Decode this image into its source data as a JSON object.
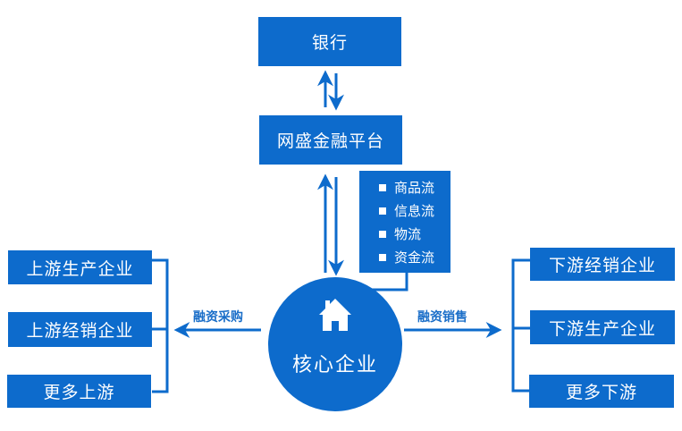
{
  "colors": {
    "primary": "#0d6bcc",
    "background": "#ffffff"
  },
  "nodes": {
    "bank": "银行",
    "platform": "网盛金融平台",
    "core": "核心企业"
  },
  "flows": {
    "items": [
      "商品流",
      "信息流",
      "物流",
      "资金流"
    ]
  },
  "upstream": {
    "label": "融资采购",
    "items": [
      "上游生产企业",
      "上游经销企业",
      "更多上游"
    ]
  },
  "downstream": {
    "label": "融资销售",
    "items": [
      "下游经销企业",
      "下游生产企业",
      "更多下游"
    ]
  },
  "icons": {
    "core_icon": "house-icon"
  }
}
